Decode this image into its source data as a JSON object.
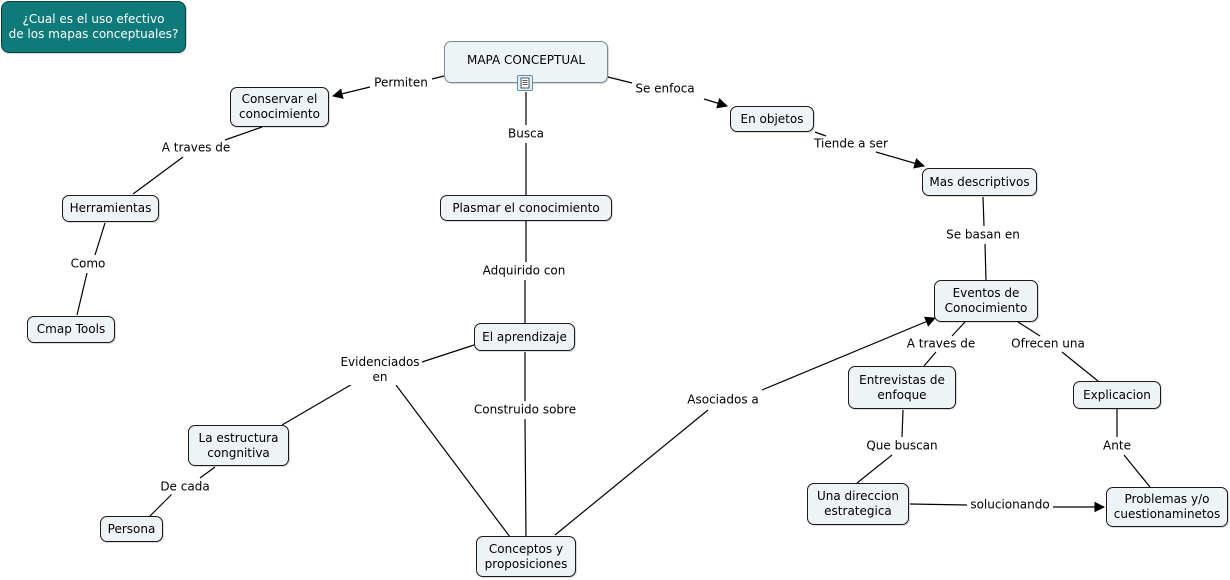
{
  "colors": {
    "node_fill": "#eef3f5",
    "question_fill": "#0e7a7a",
    "question_text": "#ffffff",
    "line": "#000000"
  },
  "question": "¿Cual es el uso efectivo\nde los mapas conceptuales?",
  "nodes": {
    "mapa": "MAPA CONCEPTUAL",
    "conservar": "Conservar el\nconocimiento",
    "herramientas": "Herramientas",
    "cmap": "Cmap Tools",
    "plasmar": "Plasmar el conocimiento",
    "aprendizaje": "El aprendizaje",
    "estructura": "La estructura\ncongnitiva",
    "persona": "Persona",
    "conceptos": "Conceptos y\nproposiciones",
    "objetos": "En objetos",
    "descriptivos": "Mas descriptivos",
    "eventos": "Eventos de\nConocimiento",
    "entrevistas": "Entrevistas de\nenfoque",
    "direccion": "Una direccion\nestrategica",
    "explicacion": "Explicacion",
    "problemas": "Problemas y/o\ncuestionaminetos"
  },
  "links": {
    "permiten": "Permiten",
    "a_traves_de_1": "A traves de",
    "como": "Como",
    "busca": "Busca",
    "adquirido": "Adquirido con",
    "evidenciados": "Evidenciados\nen",
    "de_cada": "De cada",
    "construido": "Construido sobre",
    "asociados": "Asociados a",
    "se_enfoca": "Se enfoca",
    "tiende": "Tiende a ser",
    "se_basan": "Se basan en",
    "a_traves_de_2": "A traves de",
    "ofrecen": "Ofrecen una",
    "que_buscan": "Que buscan",
    "ante": "Ante",
    "solucionando": "solucionando"
  },
  "icons": {
    "resource": "document-icon"
  }
}
